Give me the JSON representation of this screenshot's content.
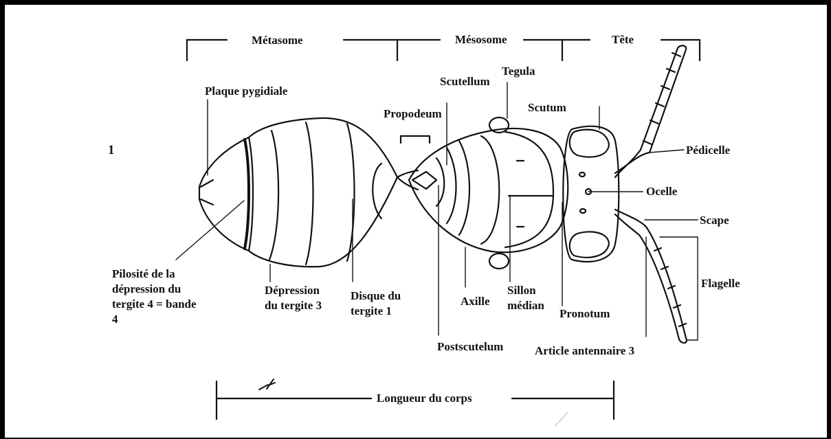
{
  "sections": {
    "metasome": "Métasome",
    "mesosome": "Mésosome",
    "tete": "Tête"
  },
  "figure_number": "1",
  "labels": {
    "plaque_pygidiale": "Plaque pygidiale",
    "propodeum": "Propodeum",
    "scutellum": "Scutellum",
    "tegula": "Tegula",
    "scutum": "Scutum",
    "pedicelle": "Pédicelle",
    "ocelle": "Ocelle",
    "scape": "Scape",
    "flagelle": "Flagelle",
    "pilosite": "Pilosité de la dépression du tergite 4 = bande 4",
    "depression_t3": "Dépression du tergite 3",
    "disque_t1": "Disque du tergite 1",
    "axille": "Axille",
    "sillon_median": "Sillon médian",
    "pronotum": "Pronotum",
    "postscutelum": "Postscutelum",
    "article_antennaire": "Article antennaire 3",
    "longueur": "Longueur du corps"
  }
}
